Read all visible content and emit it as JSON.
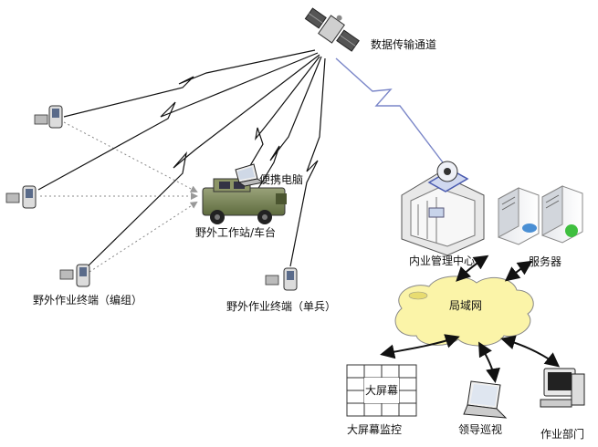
{
  "labels": {
    "data_channel": "数据传输通道",
    "laptop": "便携电脑",
    "field_station": "野外工作站/车台",
    "terminal_group": "野外作业终端（编组）",
    "terminal_single": "野外作业终端（单兵）",
    "office_center": "内业管理中心",
    "server": "服务器",
    "lan": "局域网",
    "big_screen_text": "大屏幕",
    "big_screen_monitor": "大屏幕监控",
    "leader_patrol": "领导巡视",
    "work_dept": "作业部门"
  }
}
